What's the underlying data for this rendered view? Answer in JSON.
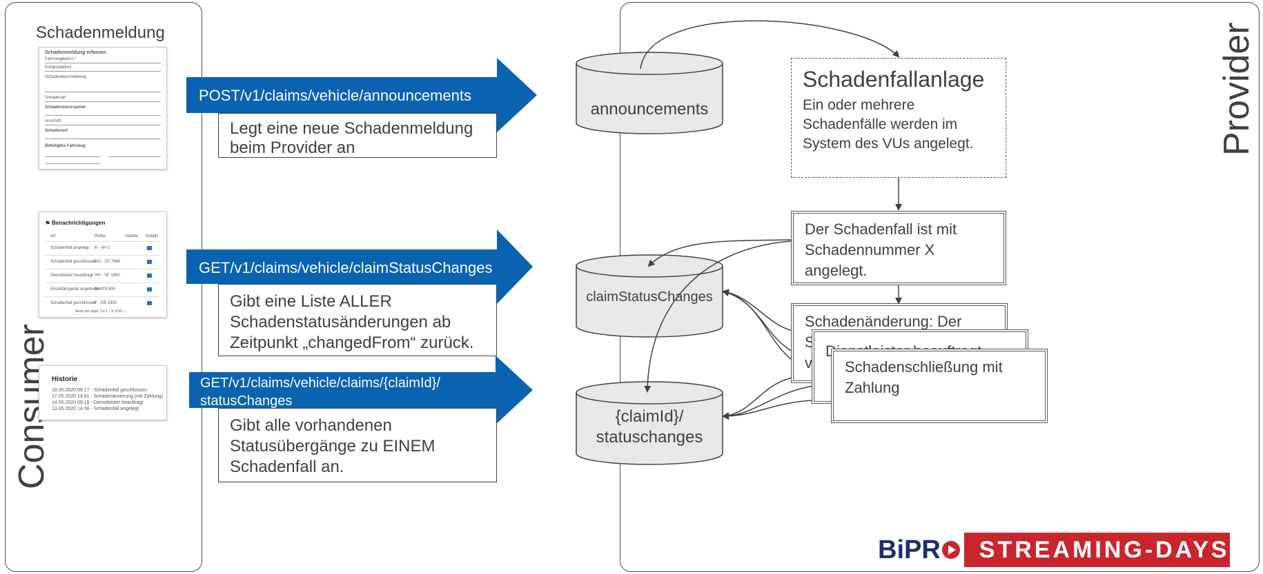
{
  "consumer": {
    "label": "Consumer",
    "screen1": {
      "caption": "Schadenmeldung",
      "title": "Schadenmeldung erfassen",
      "field_lines": [
        "Fahrzeugkennz.*",
        "Ereignisdatum",
        "Schadenbeschreibung",
        "Schadenart",
        "Schadenverursacher",
        "Anschrift",
        "Schadenort",
        "Beteiligtes Fahrzeug"
      ]
    },
    "screen2": {
      "title": "Benachrichtigungen",
      "headers": [
        "Art",
        "Risiko",
        "Update",
        "Details"
      ],
      "rows": [
        [
          "Schadenfall angelegt",
          "B - AH 1",
          ""
        ],
        [
          "Schadenfall geschlossen",
          "DO - ZS 7968",
          ""
        ],
        [
          "Dienstleister beauftragt",
          "HH - SF 1900",
          ""
        ],
        [
          "Einzelfahrgelde angefordert",
          "M - PS 800",
          ""
        ],
        [
          "Schadenfall geschlossen",
          "F - EB 1900",
          ""
        ]
      ],
      "footer": "Items per page:  5   ▾     1 – 5 of 50     ‹   ›"
    },
    "screen3": {
      "title": "Historie",
      "entries": [
        "18.05.2020 08:17 - Schadenfall geschlossen",
        "17.05.2020 14:51 - Schadenänderung (mit Zahlung)",
        "14.05.2020 09:18 - Dienstleister beauftragt",
        "13.05.2020 14:38 - Schadenfall angelegt"
      ]
    }
  },
  "arrows": [
    {
      "endpoint": "POST/v1/claims/vehicle/announcements",
      "description": "Legt eine neue Schadenmeldung beim Provider an"
    },
    {
      "endpoint": "GET/v1/claims/vehicle/claimStatusChanges",
      "description": "Gibt eine Liste  ALLER Schadenstatusänderungen ab Zeitpunkt „changedFrom“ zurück."
    },
    {
      "endpoint_line1": "GET/v1/claims/vehicle/claims/{claimId}/",
      "endpoint_line2": "statusChanges",
      "description": "Gibt alle vorhandenen Statusübergänge zu EINEM Schadenfall an."
    }
  ],
  "databases": [
    {
      "label": "announcements"
    },
    {
      "label": "claimStatusChanges"
    },
    {
      "label_line1": "{claimId}/",
      "label_line2": "statuschanges"
    }
  ],
  "provider": {
    "label": "Provider",
    "schadenfallanlage": {
      "title": "Schadenfallanlage",
      "body": "Ein oder mehrere Schadenfälle werden im System des VUs angelegt."
    },
    "schadenfall_box": "Der Schadenfall ist mit Schadennummer X angelegt.",
    "stack": {
      "back": "Schadenänderung: Der S... v...",
      "back_line1": "Schadenänderung: Der",
      "back_line2": "S",
      "back_line3": "v",
      "middle": "Dienstleister beauftragt",
      "front": "Schadenschließung mit Zahlung"
    }
  },
  "logo": {
    "left": "BiPR",
    "right": "STREAMING-DAYS"
  },
  "colors": {
    "arrow": "#0a63b1",
    "db_fill": "#e8e8e8",
    "stroke": "#404040",
    "logo_red": "#c8262e",
    "logo_navy": "#1b2f6b"
  }
}
